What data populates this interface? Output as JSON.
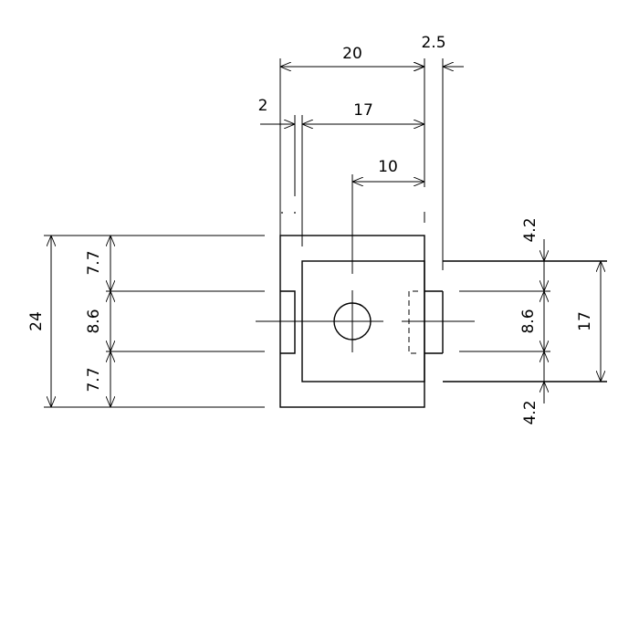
{
  "drawing": {
    "line_color": "#000000",
    "background": "#ffffff"
  },
  "dimensions": {
    "top_width": "20",
    "top_gap": "2.5",
    "top_left_wall": "2",
    "top_inner_width": "17",
    "top_center_offset": "10",
    "left_total_height": "24",
    "left_upper": "7.7",
    "left_middle": "8.6",
    "left_lower": "7.7",
    "right_upper": "4.2",
    "right_middle": "8.6",
    "right_lower": "4.2",
    "right_total_height": "17"
  }
}
